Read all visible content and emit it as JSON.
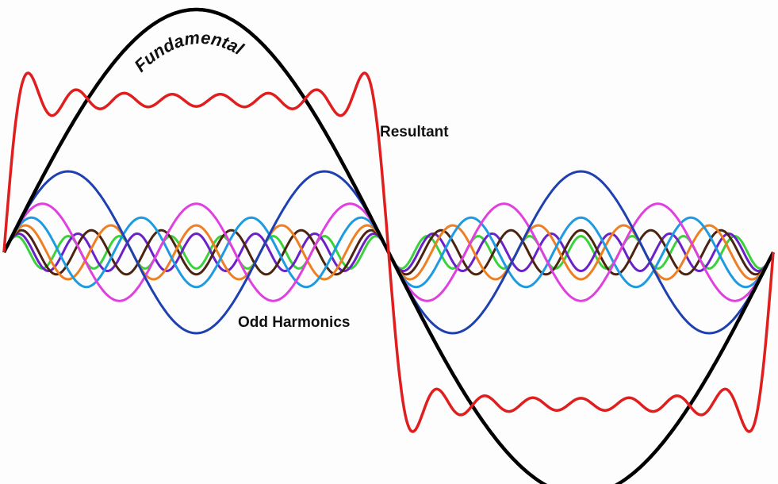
{
  "labels": {
    "fundamental": "Fundamental",
    "resultant": "Resultant",
    "odd_harmonics": "Odd Harmonics"
  },
  "chart_data": {
    "type": "line",
    "title": "",
    "description_kind": "Fourier series of a square wave",
    "fundamental": {
      "name": "Fundamental",
      "harmonic": 1,
      "relative_amplitude": 1,
      "color": "#000000"
    },
    "harmonics": [
      {
        "harmonic": 3,
        "relative_amplitude": 0.3333,
        "color": "#1e40b0"
      },
      {
        "harmonic": 5,
        "relative_amplitude": 0.2,
        "color": "#e040e0"
      },
      {
        "harmonic": 7,
        "relative_amplitude": 0.1429,
        "color": "#1e9be0"
      },
      {
        "harmonic": 9,
        "relative_amplitude": 0.1111,
        "color": "#ee7f22"
      },
      {
        "harmonic": 11,
        "relative_amplitude": 0.0909,
        "color": "#4a2410"
      },
      {
        "harmonic": 13,
        "relative_amplitude": 0.0769,
        "color": "#6a22c8"
      },
      {
        "harmonic": 15,
        "relative_amplitude": 0.0667,
        "color": "#3ad23a"
      }
    ],
    "resultant": {
      "name": "Resultant",
      "color": "#e01e1e"
    },
    "x_range_cycles": [
      0,
      1
    ]
  }
}
